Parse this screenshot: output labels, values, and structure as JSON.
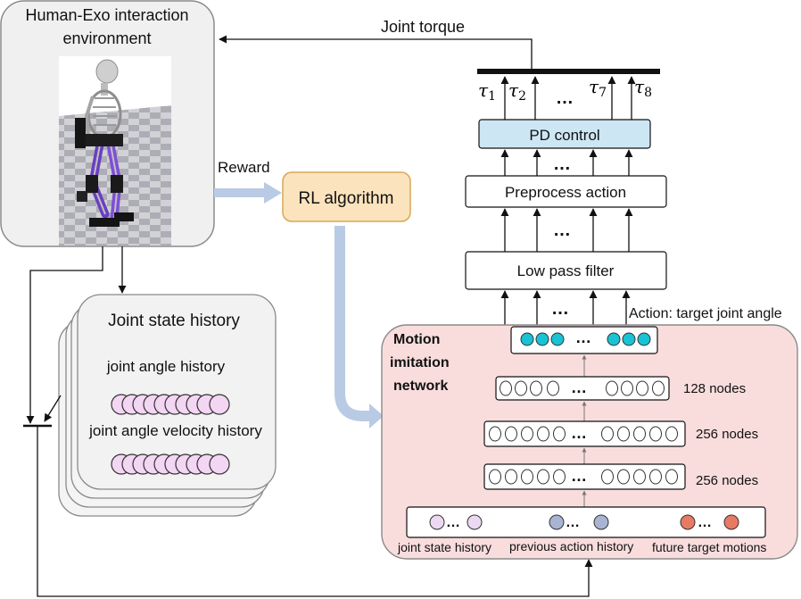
{
  "environment": {
    "title_line1": "Human-Exo interaction",
    "title_line2": "environment"
  },
  "labels": {
    "joint_torque": "Joint torque",
    "reward": "Reward",
    "action": "Action: target joint angle",
    "ellipsis": "…"
  },
  "rl": {
    "label": "RL algorithm"
  },
  "torques": {
    "tau1": "τ1",
    "tau2": "τ2",
    "tau7": "τ7",
    "tau8": "τ8"
  },
  "pipeline": {
    "pd_control": "PD control",
    "preprocess": "Preprocess action",
    "low_pass": "Low pass filter"
  },
  "history": {
    "title": "Joint state history",
    "angle": "joint angle history",
    "velocity": "joint angle velocity history"
  },
  "network": {
    "title_line1": "Motion",
    "title_line2": "imitation",
    "title_line3": "network",
    "layer1_label": "128 nodes",
    "layer2_label": "256 nodes",
    "layer3_label": "256 nodes",
    "input_joint": "joint state history",
    "input_prev": "previous action history",
    "input_future": "future target motions"
  },
  "colors": {
    "pd_fill": "#cde6f4",
    "rl_fill": "#fbe3bd",
    "network_fill": "#f9dddd",
    "output_node": "#19c2d4",
    "history_node": "#f3d6f3",
    "input_joint_node": "#ecd9f1",
    "input_prev_node": "#a9b4d2",
    "input_future_node": "#e87a63",
    "flow_arrow": "#b9cbe4"
  }
}
